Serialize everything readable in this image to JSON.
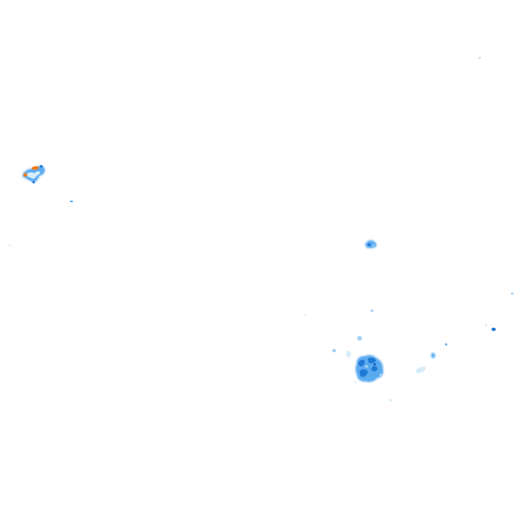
{
  "map": {
    "layer": "rain-radar-overlay",
    "background_color": "#ffffff",
    "intensity_colors": {
      "very_light": "#d6ecfb",
      "light": "#a8d3f5",
      "moderate": "#5aaaf0",
      "heavy": "#1f78d4",
      "very_heavy": "#0a4fa8",
      "intense": "#f07a1a"
    },
    "echoes": [
      {
        "intensity": "heavy"
      },
      {
        "intensity": "moderate"
      },
      {
        "intensity": "light"
      },
      {
        "intensity": "very_light"
      },
      {
        "intensity": "intense"
      }
    ]
  }
}
